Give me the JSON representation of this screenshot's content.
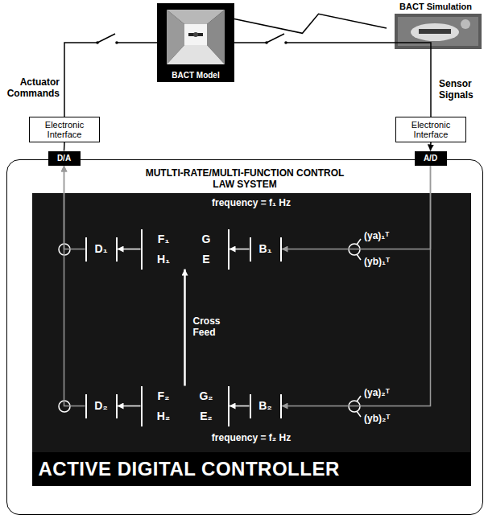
{
  "diagram": {
    "nodes": [
      {
        "text": [
          "BACT Simulation"
        ]
      },
      {
        "text": [
          "BACT Model"
        ]
      },
      {
        "text": [
          "Electronic Interface"
        ]
      },
      {
        "text": [
          "Electronic Interface"
        ]
      },
      {
        "text": [
          "MUTLTI-RATE/MULTI-FUNCTION CONTROL LAW SYSTEM"
        ]
      },
      {
        "text": [
          "D/A"
        ],
        "in": 4
      },
      {
        "text": [
          "A/D"
        ],
        "in": 4
      },
      {
        "text": [
          "frequency = f₁ Hz",
          "frequency = f₂ Hz"
        ],
        "in": 4
      },
      {
        "text": [
          "D₁"
        ],
        "in": 7
      },
      {
        "text": [
          "F₁",
          "G",
          "H₁",
          "E"
        ],
        "in": 7
      },
      {
        "text": [
          "B₁"
        ],
        "in": 7
      },
      {
        "text": [
          "D₂"
        ],
        "in": 7
      },
      {
        "text": [
          "F₂",
          "G₂",
          "H₂",
          "E₂"
        ],
        "in": 7
      },
      {
        "text": [
          "B₂"
        ],
        "in": 7
      },
      {
        "text": [
          "ACTIVE DIGITAL CONTROLLER"
        ],
        "in": 4
      }
    ],
    "edges": [
      {
        "from": 0,
        "to": 1,
        "arrow": "none"
      },
      {
        "from": 5,
        "to": 2,
        "arrow": "none"
      },
      {
        "from": 2,
        "to": 1,
        "arrow": "none"
      },
      {
        "from": 1,
        "to": 3,
        "arrow": "none"
      },
      {
        "from": 3,
        "to": 6,
        "arrow": "to"
      },
      {
        "from": 6,
        "to": 10,
        "arrow": "to"
      },
      {
        "from": 6,
        "to": 13,
        "arrow": "to"
      },
      {
        "from": 10,
        "to": 9,
        "arrow": "to"
      },
      {
        "from": 9,
        "to": 8,
        "arrow": "to"
      },
      {
        "from": 8,
        "to": 5,
        "arrow": "to"
      },
      {
        "from": 13,
        "to": 12,
        "arrow": "to"
      },
      {
        "from": 12,
        "to": 11,
        "arrow": "to"
      },
      {
        "from": 11,
        "to": 5,
        "arrow": "to"
      },
      {
        "from": 12,
        "to": 9,
        "arrow": "to",
        "label": "Cross Feed"
      }
    ],
    "labels": [
      "Actuator Commands",
      "Sensor Signals",
      "(ya)₁ᵀ",
      "(yb)₁ᵀ",
      "(ya)₂ᵀ",
      "(yb)₂ᵀ"
    ]
  }
}
